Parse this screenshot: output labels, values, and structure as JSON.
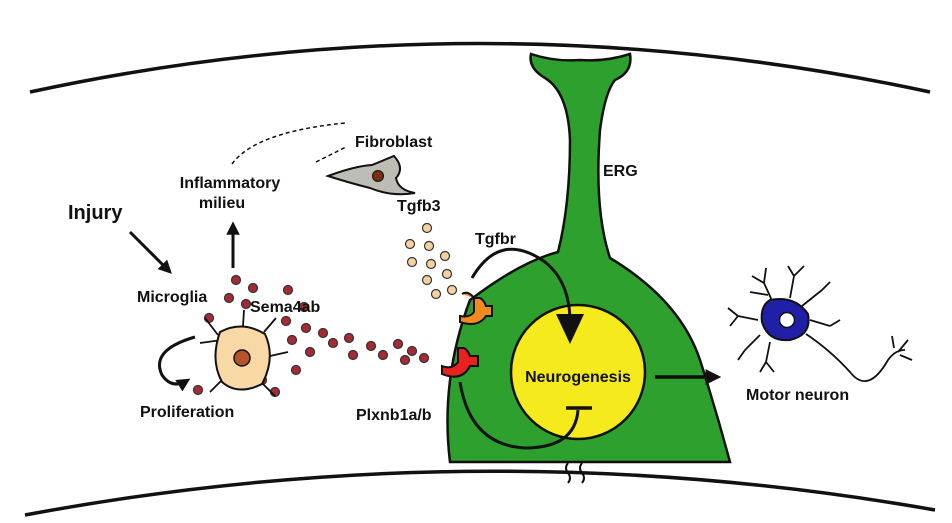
{
  "labels": {
    "injury": "Injury",
    "inflammatory_line1": "Inflammatory",
    "inflammatory_line2": "milieu",
    "fibroblast": "Fibroblast",
    "erg": "ERG",
    "tgfb3": "Tgfb3",
    "tgfbr": "Tgfbr",
    "microglia": "Microglia",
    "sema4ab": "Sema4ab",
    "neurogenesis": "Neurogenesis",
    "motor_neuron": "Motor neuron",
    "proliferation": "Proliferation",
    "plxnb1ab": "Plxnb1a/b"
  },
  "colors": {
    "erg_cell": "#2ea02e",
    "erg_outline": "#111111",
    "neurogenesis_circle": "#f4ea1c",
    "sema4ab_dots": "#a52a35",
    "tgfb3_dots": "#f3d2a0",
    "tgfbr_receptor": "#f28a1e",
    "plxnb1ab_receptor": "#e8221e",
    "microglia_body": "#f8d8a5",
    "microglia_nucleus": "#b5532a",
    "fibroblast_body": "#bdbdb5",
    "fibroblast_nucleus": "#7a2e12",
    "motor_neuron_body": "#1f1fa8",
    "outline": "#111111"
  }
}
